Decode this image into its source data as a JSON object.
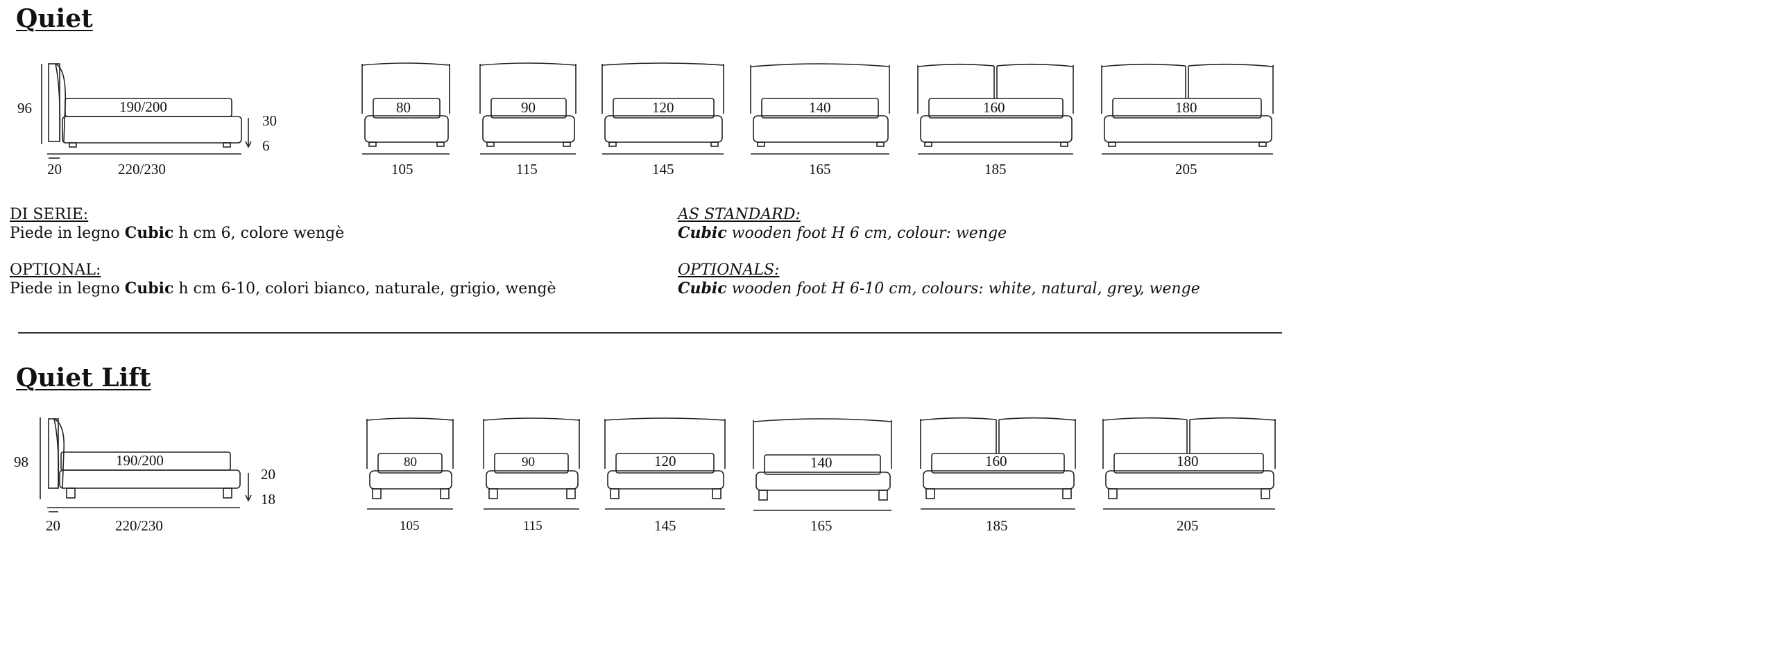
{
  "sections": [
    {
      "title": "Quiet",
      "side_view": {
        "height": "96",
        "mattress": "190/200",
        "bed_height": "30",
        "foot_height": "6",
        "headboard_depth": "20",
        "total_length": "220/230"
      },
      "widths": [
        {
          "mattress": "80",
          "total": "105"
        },
        {
          "mattress": "90",
          "total": "115"
        },
        {
          "mattress": "120",
          "total": "145"
        },
        {
          "mattress": "140",
          "total": "165"
        },
        {
          "mattress": "160",
          "total": "185"
        },
        {
          "mattress": "180",
          "total": "205"
        }
      ]
    },
    {
      "title": "Quiet Lift",
      "side_view": {
        "height": "98",
        "mattress": "190/200",
        "bed_height": "20",
        "foot_height": "18",
        "headboard_depth": "20",
        "total_length": "220/230"
      },
      "widths": [
        {
          "mattress": "80",
          "total": "105"
        },
        {
          "mattress": "90",
          "total": "115"
        },
        {
          "mattress": "120",
          "total": "145"
        },
        {
          "mattress": "140",
          "total": "165"
        },
        {
          "mattress": "160",
          "total": "185"
        },
        {
          "mattress": "180",
          "total": "205"
        }
      ]
    }
  ],
  "specs": {
    "it": {
      "standard_heading": "DI SERIE:",
      "standard_prefix": "Piede in legno ",
      "standard_bold": "Cubic",
      "standard_suffix": " h cm 6, colore wengè",
      "optional_heading": "OPTIONAL:",
      "optional_prefix": "Piede in legno ",
      "optional_bold": "Cubic",
      "optional_suffix": " h cm 6-10, colori bianco, naturale, grigio, wengè"
    },
    "en": {
      "standard_heading": "AS STANDARD:",
      "standard_bold": "Cubic",
      "standard_suffix": " wooden foot H 6 cm, colour: wenge",
      "optional_heading": "OPTIONALS:",
      "optional_bold": "Cubic",
      "optional_suffix": " wooden foot H 6-10 cm, colours: white, natural, grey, wenge"
    }
  }
}
